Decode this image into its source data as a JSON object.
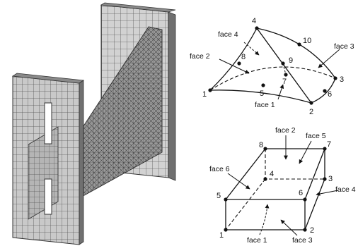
{
  "tet": {
    "nodes": [
      "1",
      "2",
      "3",
      "4",
      "5",
      "6",
      "7",
      "8",
      "9",
      "10"
    ],
    "faces": [
      "face 1",
      "face 2",
      "face 3",
      "face 4"
    ]
  },
  "hex": {
    "nodes": [
      "1",
      "2",
      "3",
      "4",
      "5",
      "6",
      "7",
      "8"
    ],
    "faces": [
      "face 1",
      "face 2",
      "face 3",
      "face 4",
      "face 5",
      "face 6"
    ]
  }
}
